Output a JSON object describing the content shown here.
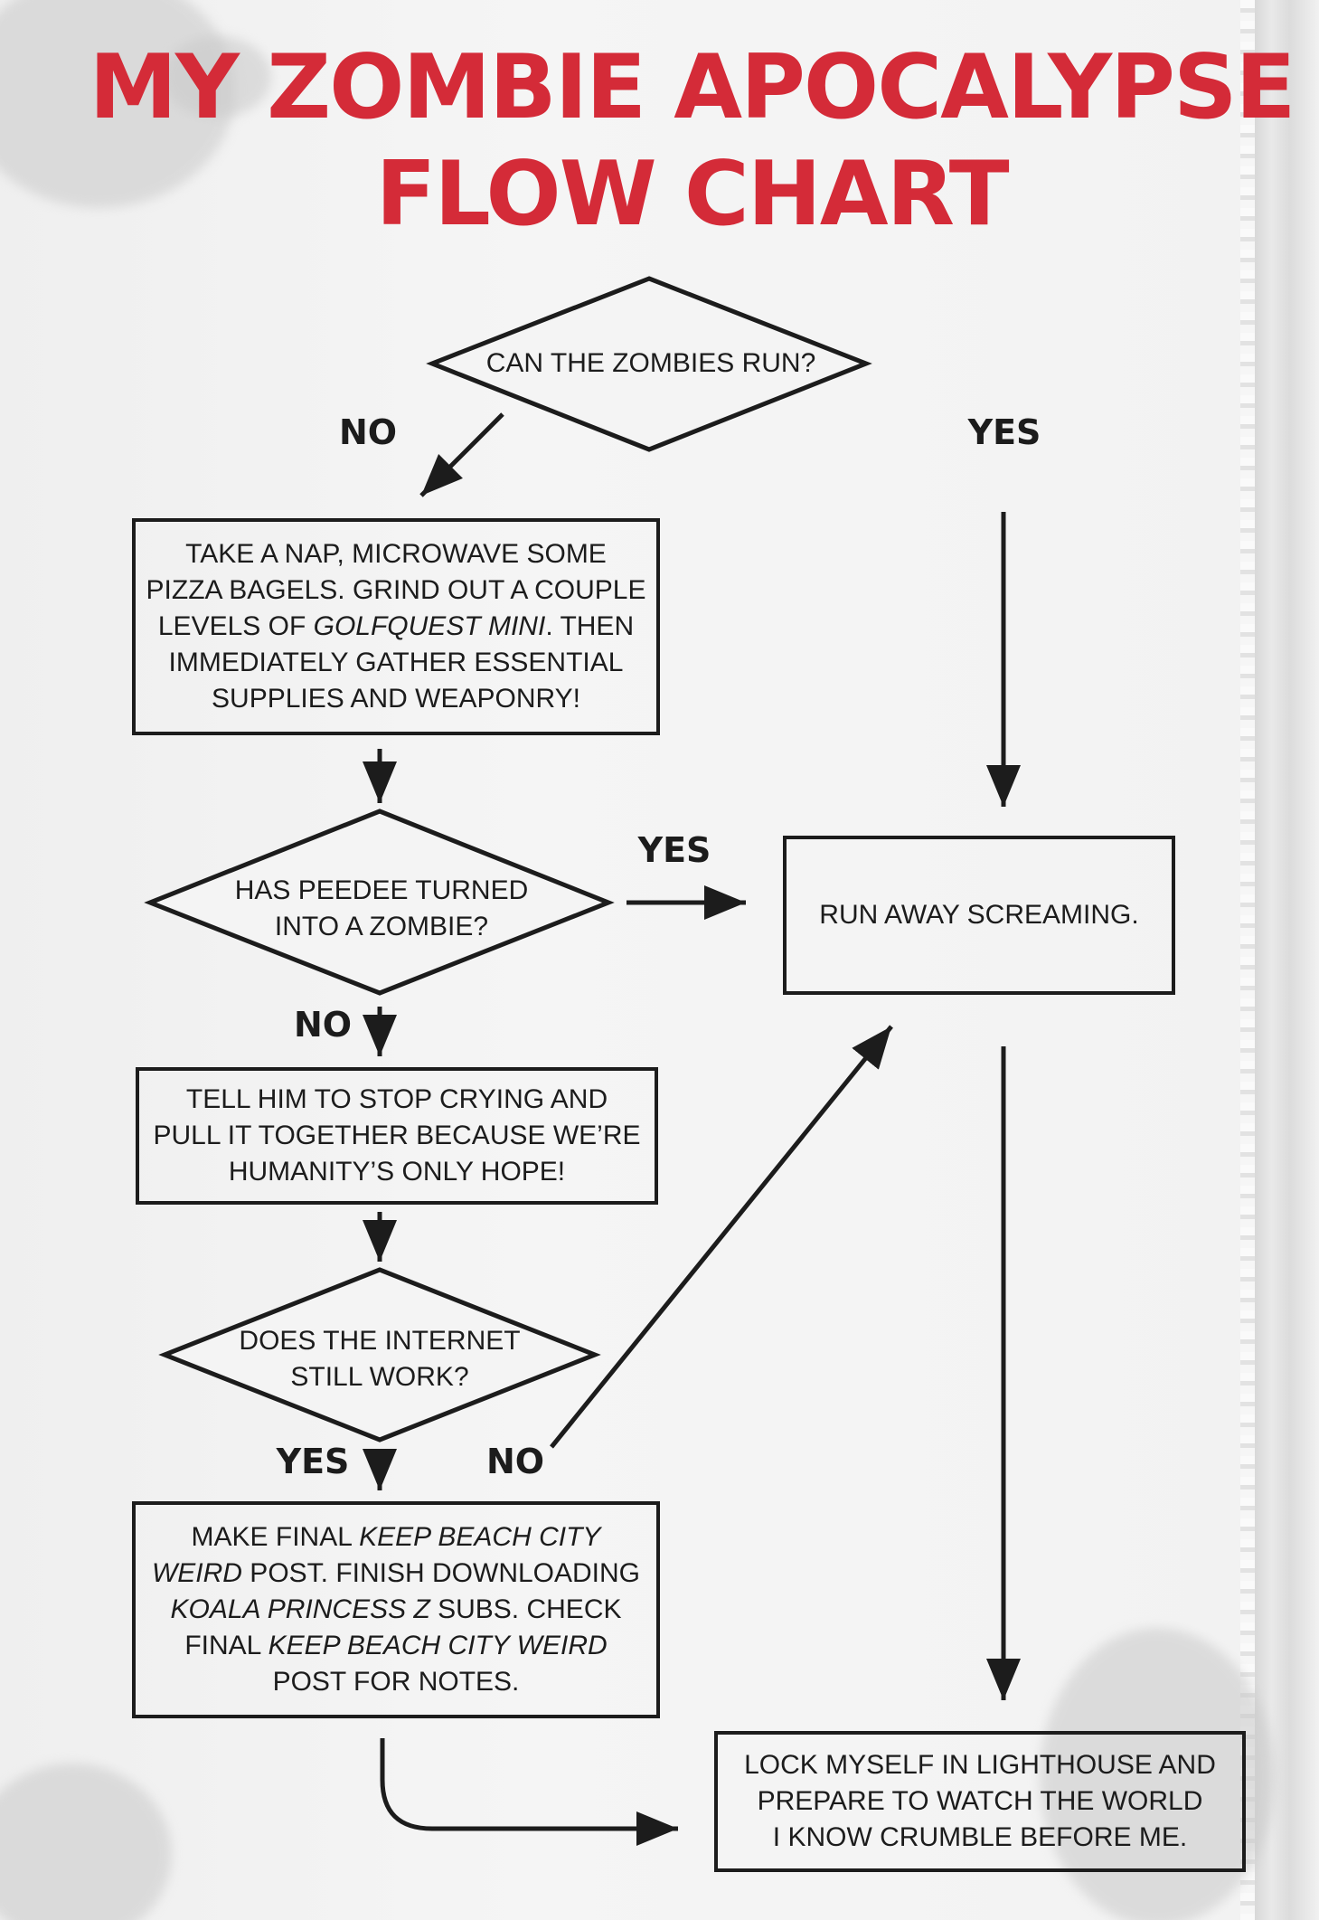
{
  "title": {
    "line1": "MY ZOMBIE APOCALYPSE",
    "line2": "FLOW CHART"
  },
  "nodes": {
    "q_run": {
      "lines": [
        "CAN THE ZOMBIES RUN?"
      ]
    },
    "nap": {
      "lines": [
        "TAKE A NAP, MICROWAVE SOME",
        "PIZZA BAGELS. GRIND OUT A COUPLE",
        "LEVELS OF GOLFQUEST MINI. THEN",
        "IMMEDIATELY GATHER ESSENTIAL",
        "SUPPLIES AND WEAPONRY!"
      ]
    },
    "q_peedee": {
      "lines": [
        "HAS PEEDEE TURNED",
        "INTO A ZOMBIE?"
      ]
    },
    "run_away": {
      "lines": [
        "RUN AWAY SCREAMING."
      ]
    },
    "tell_him": {
      "lines": [
        "TELL HIM TO STOP CRYING AND",
        "PULL IT TOGETHER BECAUSE WE’RE",
        "HUMANITY’S ONLY HOPE!"
      ]
    },
    "q_internet": {
      "lines": [
        "DOES THE INTERNET",
        "STILL WORK?"
      ]
    },
    "final_post": {
      "lines": [
        "MAKE FINAL KEEP BEACH CITY",
        "WEIRD POST. FINISH DOWNLOADING",
        "KOALA PRINCESS Z SUBS. CHECK",
        "FINAL KEEP BEACH CITY WEIRD",
        "POST FOR NOTES."
      ]
    },
    "lighthouse": {
      "lines": [
        "LOCK MYSELF IN LIGHTHOUSE AND",
        "PREPARE TO WATCH THE WORLD",
        "I KNOW CRUMBLE BEFORE ME."
      ]
    }
  },
  "labels": {
    "run_no": "NO",
    "run_yes": "YES",
    "peedee_yes": "YES",
    "peedee_no": "NO",
    "internet_yes": "YES",
    "internet_no": "NO"
  },
  "colors": {
    "title": "#d42b38",
    "ink": "#1c1c1c"
  }
}
